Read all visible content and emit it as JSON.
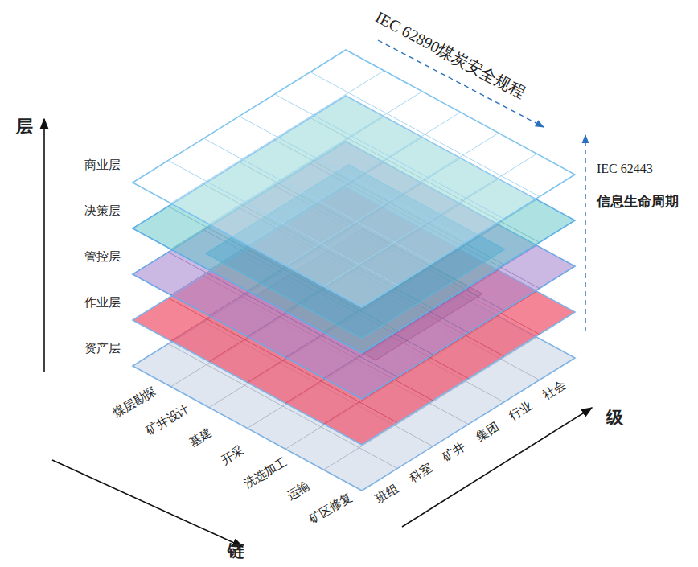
{
  "diagram": {
    "labels": [
      "IEC 62890煤炭安全规程",
      "层",
      "商业层",
      "决策层",
      "管控层",
      "作业层",
      "资产层",
      "IEC 62443",
      "信息生命周期",
      "煤层勘探",
      "矿井设计",
      "基建",
      "开采",
      "洗选加工",
      "运输",
      "矿区修复",
      "链",
      "班组",
      "科室",
      "矿井",
      "集团",
      "行业",
      "社会",
      "级"
    ]
  }
}
